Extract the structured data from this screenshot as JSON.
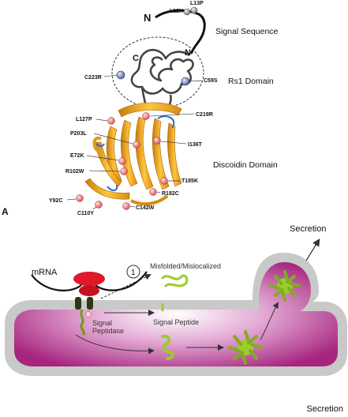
{
  "panel_a": {
    "panel_label": "A",
    "n_terminus": "N",
    "n_terminus_inner": "N",
    "c_terminus": "C",
    "domains": {
      "signal_sequence": "Signal Sequence",
      "rs1_domain": "Rs1 Domain",
      "discoidin_domain": "Discoidin Domain"
    },
    "mutations": {
      "l12h": "L12H",
      "l13p": "L13P",
      "c223r": "C223R",
      "c59s": "C59S",
      "c219r": "C219R",
      "l127p": "L127P",
      "p203l": "P203L",
      "i136t": "I136T",
      "e72k": "E72K",
      "r102w": "R102W",
      "t185k": "T185K",
      "r182c": "R182C",
      "y92c": "Y92C",
      "c110y": "C110Y",
      "c142w": "C142W"
    }
  },
  "panel_b": {
    "mrna": "mRNA",
    "step_number": "1",
    "misfolded": "Misfolded/Mislocalized",
    "signal_peptidase": "Signal\nPeptidase",
    "signal_peptide": "Signal Peptide",
    "secretion": "Secretion"
  },
  "footer_text": "Secretion",
  "colors": {
    "er_lumen": "#b0368f",
    "er_membrane": "#c8c8c8",
    "ribosome": "#e0192a",
    "sheet": "#f2a21b",
    "mutation_red": "#e98a8a",
    "mutation_blue": "#8a94d6",
    "protein_green": "#9ccc2e"
  }
}
